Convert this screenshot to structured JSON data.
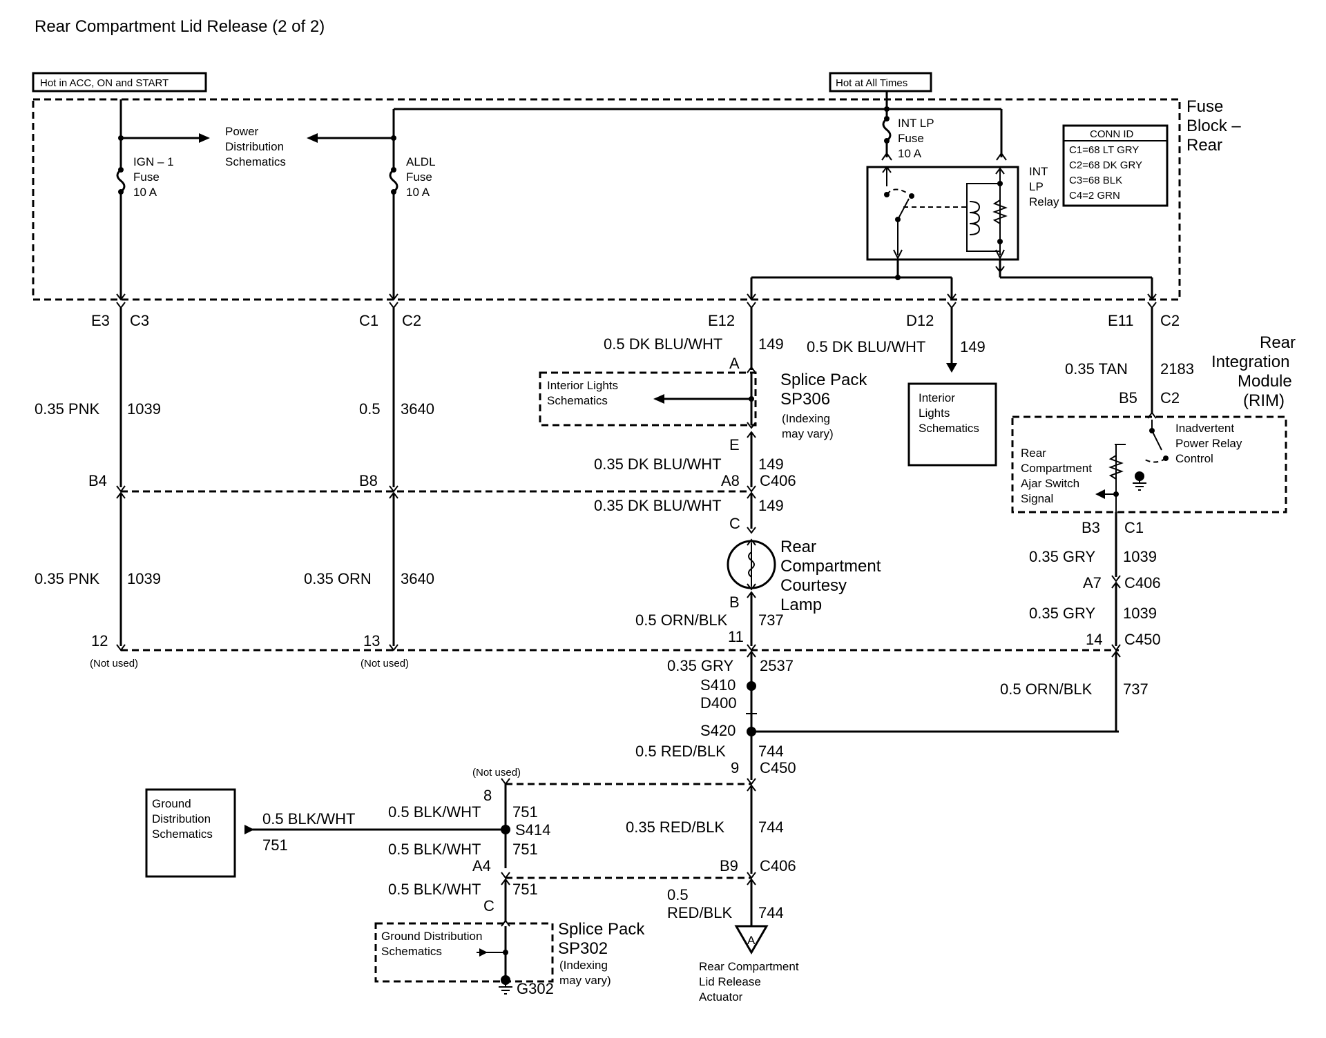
{
  "title": "Rear Compartment Lid Release (2 of 2)",
  "power": {
    "acc": "Hot in ACC, ON and START",
    "always": "Hot at All Times"
  },
  "fuse_block": {
    "l1": "Fuse",
    "l2": "Block –",
    "l3": "Rear"
  },
  "conn_id": {
    "title": "CONN ID",
    "c1": "C1=68 LT GRY",
    "c2": "C2=68 DK GRY",
    "c3": "C3=68 BLK",
    "c4": "C4=2 GRN"
  },
  "power_dist": {
    "l1": "Power",
    "l2": "Distribution",
    "l3": "Schematics"
  },
  "ign_fuse": {
    "l1": "IGN – 1",
    "l2": "Fuse",
    "l3": "10 A"
  },
  "aldl_fuse": {
    "l1": "ALDL",
    "l2": "Fuse",
    "l3": "10 A"
  },
  "intlp_fuse": {
    "l1": "INT LP",
    "l2": "Fuse",
    "l3": "10 A"
  },
  "intlp_relay": {
    "l1": "INT",
    "l2": "LP",
    "l3": "Relay"
  },
  "conn": {
    "e3": "E3",
    "c3": "C3",
    "c1": "C1",
    "c2": "C2",
    "e12": "E12",
    "d12": "D12",
    "e11": "E11",
    "c2b": "C2",
    "b4": "B4",
    "b8": "B8",
    "n12": "12",
    "n13": "13",
    "not_used": "(Not used)",
    "a": "A",
    "e": "E",
    "a8": "A8",
    "c406": "C406",
    "c": "C",
    "b": "B",
    "n11": "11",
    "b5": "B5",
    "c2c": "C2",
    "b3": "B3",
    "c1b": "C1",
    "a7": "A7",
    "c406b": "C406",
    "n14": "14",
    "c450": "C450",
    "s410": "S410",
    "d400": "D400",
    "s420": "S420",
    "n9": "9",
    "c450b": "C450",
    "n8": "8",
    "s414": "S414",
    "a4": "A4",
    "cc": "C",
    "b9": "B9",
    "c406c": "C406",
    "g302": "G302"
  },
  "wires": {
    "w1_color": "0.35 PNK",
    "w1_num": "1039",
    "w2_color": "0.5",
    "w2_num": "3640",
    "w3_color": "0.35 PNK",
    "w3_num": "1039",
    "w4_color": "0.35 ORN",
    "w4_num": "3640",
    "w5_color": "0.5 DK BLU/WHT",
    "w5_num": "149",
    "w6_color": "0.5 DK BLU/WHT",
    "w6_num": "149",
    "w7_color": "0.35 DK BLU/WHT",
    "w7_num": "149",
    "w8_color": "0.35 DK BLU/WHT",
    "w8_num": "149",
    "w9_color": "0.5 ORN/BLK",
    "w9_num": "737",
    "w10_color": "0.35 TAN",
    "w10_num": "2183",
    "w11_color": "0.35 GRY",
    "w11_num": "1039",
    "w12_color": "0.35 GRY",
    "w12_num": "1039",
    "w13_color": "0.35 GRY",
    "w13_num": "2537",
    "w14_color": "0.5 ORN/BLK",
    "w14_num": "737",
    "w15_color": "0.5 RED/BLK",
    "w15_num": "744",
    "w16_color": "0.35 RED/BLK",
    "w16_num": "744",
    "w17_l1": "0.5",
    "w17_l2": "RED/BLK",
    "w17_num": "744",
    "w18_color": "0.5 BLK/WHT",
    "w18_num": "751",
    "w19_color": "0.5 BLK/WHT",
    "w19_num": "751",
    "w20_color": "0.5 BLK/WHT",
    "w20_num": "751",
    "w21_color": "0.5 BLK/WHT",
    "w21_num": "751"
  },
  "interior_sp": {
    "l1": "Interior Lights",
    "l2": "Schematics"
  },
  "splice306": {
    "l1": "Splice Pack",
    "l2": "SP306",
    "l3": "(Indexing",
    "l4": "may vary)"
  },
  "interior_box": {
    "l1": "Interior",
    "l2": "Lights",
    "l3": "Schematics"
  },
  "rim": {
    "l1": "Rear",
    "l2": "Integration",
    "l3": "Module",
    "l4": "(RIM)"
  },
  "rim_inner": {
    "a1": "Rear",
    "a2": "Compartment",
    "a3": "Ajar Switch",
    "a4": "Signal",
    "p1": "Inadvertent",
    "p2": "Power Relay",
    "p3": "Control"
  },
  "lamp": {
    "l1": "Rear",
    "l2": "Compartment",
    "l3": "Courtesy",
    "l4": "Lamp"
  },
  "ground_box": {
    "l1": "Ground",
    "l2": "Distribution",
    "l3": "Schematics"
  },
  "ground_sp": {
    "l1": "Ground Distribution",
    "l2": "Schematics"
  },
  "splice302": {
    "l1": "Splice Pack",
    "l2": "SP302",
    "l3": "(Indexing",
    "l4": "may vary)"
  },
  "actuator": {
    "l1": "Rear Compartment",
    "l2": "Lid Release",
    "l3": "Actuator",
    "sym": "A"
  }
}
